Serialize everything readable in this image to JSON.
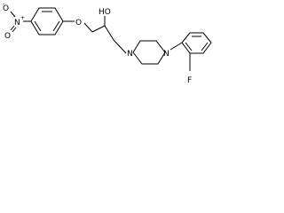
{
  "molecule": {
    "atoms": {
      "nitro_o_minus": "O",
      "nitro_o_minus_charge": "-",
      "nitro_n": "N",
      "nitro_n_charge": "+",
      "nitro_o": "O",
      "ether_o": "O",
      "hydroxyl": "HO",
      "piperazine_n1": "N",
      "piperazine_n4": "N",
      "fluorine": "F"
    },
    "colors": {
      "bond": "#000000",
      "text": "#000000",
      "background": "#ffffff"
    }
  }
}
